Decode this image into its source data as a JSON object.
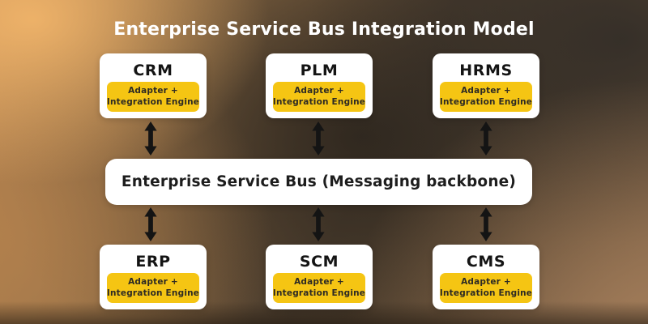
{
  "title": "Enterprise Service Bus Integration Model",
  "bus": {
    "label": "Enterprise Service Bus (Messaging backbone)"
  },
  "rows": {
    "top": [
      {
        "name": "CRM",
        "adapter_line1": "Adapter +",
        "adapter_line2": "Integration Engine"
      },
      {
        "name": "PLM",
        "adapter_line1": "Adapter +",
        "adapter_line2": "Integration Engine"
      },
      {
        "name": "HRMS",
        "adapter_line1": "Adapter +",
        "adapter_line2": "Integration Engine"
      }
    ],
    "bottom": [
      {
        "name": "ERP",
        "adapter_line1": "Adapter +",
        "adapter_line2": "Integration Engine"
      },
      {
        "name": "SCM",
        "adapter_line1": "Adapter +",
        "adapter_line2": "Integration Engine"
      },
      {
        "name": "CMS",
        "adapter_line1": "Adapter +",
        "adapter_line2": "Integration Engine"
      }
    ]
  },
  "icons": {
    "connector": "double-arrow-icon"
  },
  "colors": {
    "badge_yellow": "#F5C513",
    "box_white": "#ffffff",
    "arrow_black": "#141414",
    "title_white": "#ffffff",
    "text_dark": "#1d1d1d",
    "background_warm": "#c28c55",
    "background_dark": "#2c251d"
  }
}
